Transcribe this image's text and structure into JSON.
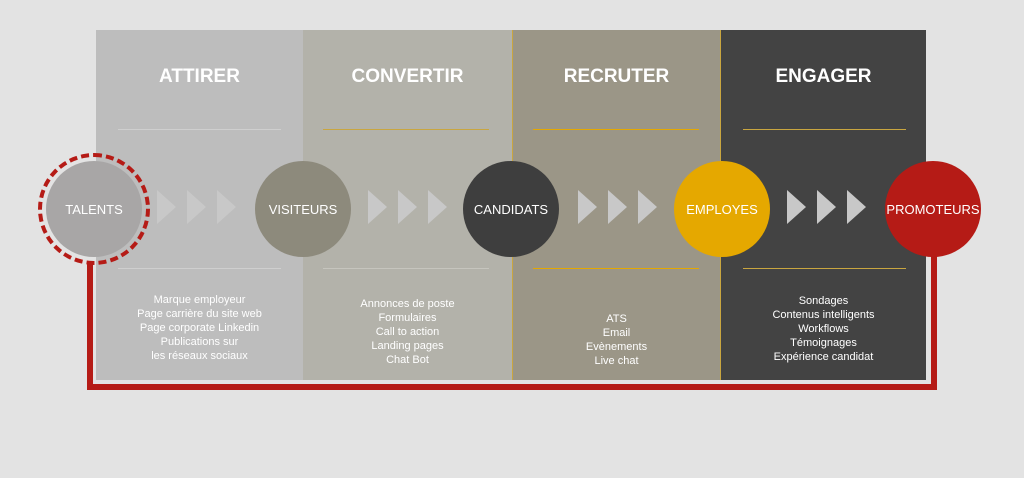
{
  "colors": {
    "background": "#e3e3e3",
    "accent_red": "#b51b16",
    "accent_yellow": "#e5a800",
    "gold_line": "#c9a640",
    "panel_1": "#bdbdbd",
    "panel_2": "#b3b2aa",
    "panel_3": "#9b9687",
    "panel_4": "#434343"
  },
  "stages": [
    {
      "title": "ATTIRER",
      "items": [
        "Marque employeur",
        "Page carrière du site web",
        "Page corporate Linkedin",
        "Publications sur",
        "les réseaux sociaux"
      ]
    },
    {
      "title": "CONVERTIR",
      "items": [
        "Annonces de poste",
        "Formulaires",
        "Call to action",
        "Landing pages",
        "Chat Bot"
      ]
    },
    {
      "title": "RECRUTER",
      "items": [
        "ATS",
        "Email",
        "Evènements",
        "Live chat"
      ]
    },
    {
      "title": "ENGAGER",
      "items": [
        "Sondages",
        "Contenus intelligents",
        "Workflows",
        "Témoignages",
        "Expérience candidat"
      ]
    }
  ],
  "nodes": [
    {
      "label": "TALENTS",
      "color": "#a8a6a6"
    },
    {
      "label": "VISITEURS",
      "color": "#8d8a7c"
    },
    {
      "label": "CANDIDATS",
      "color": "#3e3e3e"
    },
    {
      "label": "EMPLOYES",
      "color": "#e5a800"
    },
    {
      "label": "PROMOTEURS",
      "color": "#b51b16"
    }
  ]
}
